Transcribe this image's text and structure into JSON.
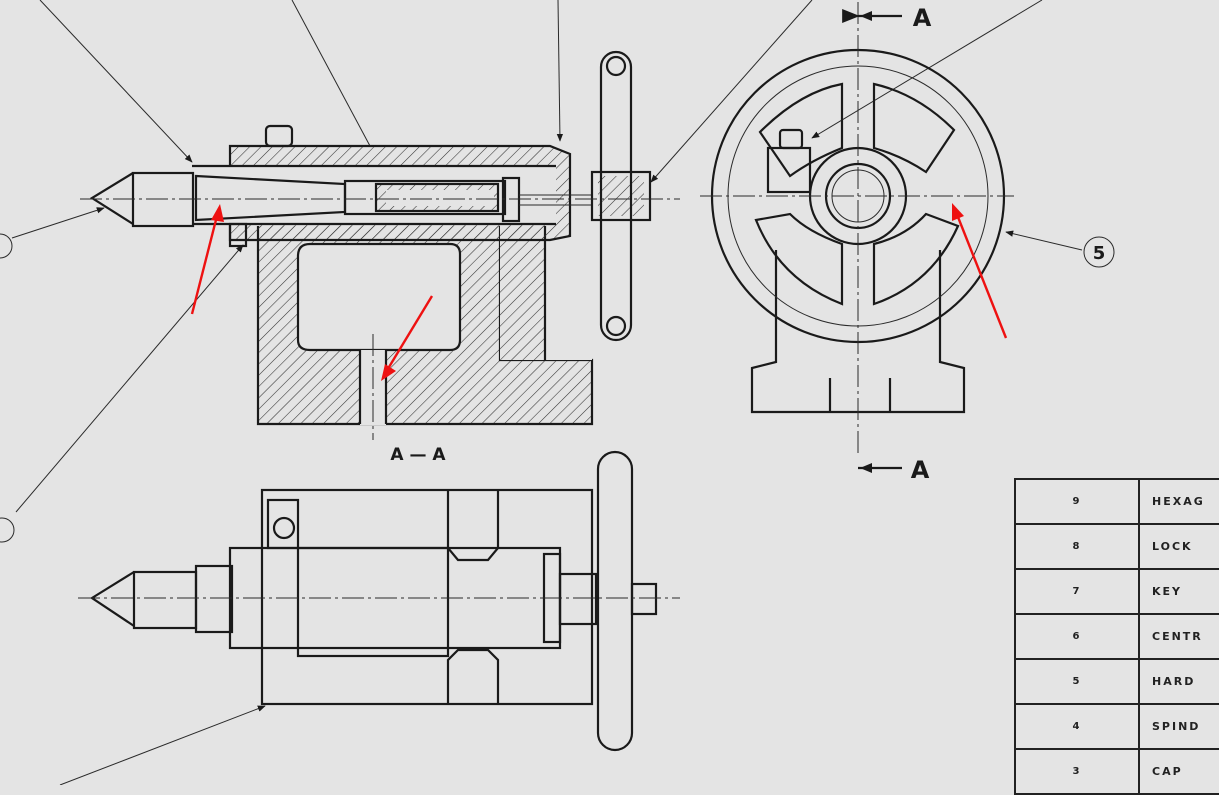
{
  "section_markers": {
    "top": "A",
    "bottom": "A",
    "section_label": "A — A"
  },
  "balloons": [
    {
      "number": "5"
    }
  ],
  "parts_list": [
    {
      "no": "9",
      "description": "HEXAG"
    },
    {
      "no": "8",
      "description": "LOCK"
    },
    {
      "no": "7",
      "description": "KEY"
    },
    {
      "no": "6",
      "description": "CENTR"
    },
    {
      "no": "5",
      "description": "HARD"
    },
    {
      "no": "4",
      "description": "SPIND"
    },
    {
      "no": "3",
      "description": "CAP"
    }
  ],
  "annotation_color": "#ee1111"
}
